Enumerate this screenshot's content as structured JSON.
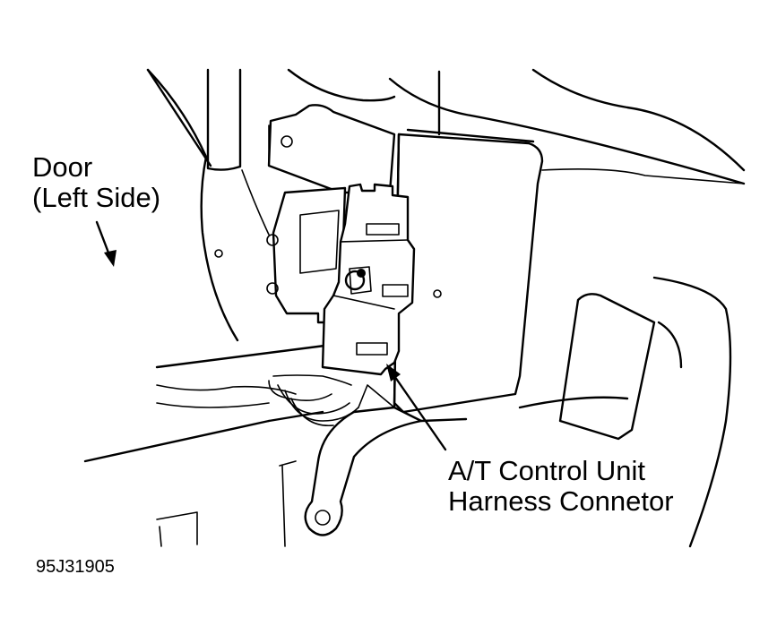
{
  "labels": {
    "door_line1": "Door",
    "door_line2": "(Left Side)",
    "callout_line1": "A/T Control Unit",
    "callout_line2": "Harness Connetor",
    "figure_id": "95J31905"
  },
  "colors": {
    "background": "#ffffff",
    "ink": "#000000"
  }
}
